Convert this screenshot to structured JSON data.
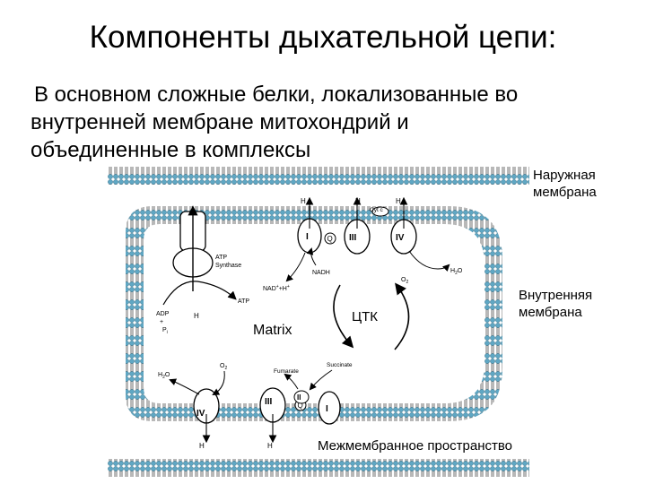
{
  "slide": {
    "title": "Компоненты дыхательной цепи:",
    "body_lines": [
      "В основном сложные белки, локализованные во",
      "внутренней мембране митохондрий и",
      "объединенные в комплексы"
    ]
  },
  "diagram": {
    "outer_membrane_label": [
      "Наружная",
      "мембрана"
    ],
    "inner_membrane_label": [
      "Внутренняя",
      "мембрана"
    ],
    "intermembrane_label": "Межмембранное пространство",
    "center_label": "ЦТК",
    "matrix_label": "Matrix",
    "complexes_top": [
      "I",
      "Q",
      "III",
      "IV"
    ],
    "complexes_bottom": [
      "IV",
      "III",
      "Q",
      "II",
      "I"
    ],
    "cyt_c": "Cyt c",
    "atp_synthase": [
      "ATP",
      "Synthase"
    ],
    "atp": "ATP",
    "adp": "ADP",
    "pi": "P",
    "pi_sub": "i",
    "nadh": "NADH",
    "nad": "NAD",
    "nad_suffix": "+H",
    "o2": "O",
    "h2o": "H",
    "h2o_suffix": "O",
    "proton": "H",
    "fumarate": "Fumarate",
    "succinate": "Succinate"
  }
}
